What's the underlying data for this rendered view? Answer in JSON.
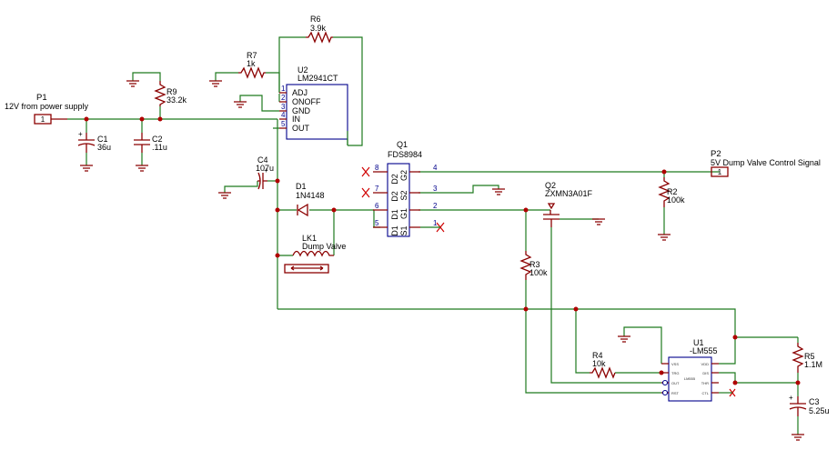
{
  "components": {
    "P1": {
      "ref": "P1",
      "desc": "12V from power supply",
      "pin": "1"
    },
    "P2": {
      "ref": "P2",
      "desc": "5V Dump Valve Control Signal",
      "pin": "1"
    },
    "C1": {
      "ref": "C1",
      "value": "36u"
    },
    "C2": {
      "ref": "C2",
      "value": ".11u"
    },
    "C3": {
      "ref": "C3",
      "value": "5.25u"
    },
    "C4": {
      "ref": "C4",
      "value": "107u"
    },
    "R2": {
      "ref": "R2",
      "value": "100k"
    },
    "R3": {
      "ref": "R3",
      "value": "100k"
    },
    "R4": {
      "ref": "R4",
      "value": "10k"
    },
    "R5": {
      "ref": "R5",
      "value": "1.1M"
    },
    "R6": {
      "ref": "R6",
      "value": "3.9k"
    },
    "R7": {
      "ref": "R7",
      "value": "1k"
    },
    "R9": {
      "ref": "R9",
      "value": "33.2k"
    },
    "D1": {
      "ref": "D1",
      "value": "1N4148"
    },
    "LK1": {
      "ref": "LK1",
      "value": "Dump Valve"
    },
    "Q1": {
      "ref": "Q1",
      "value": "FDS8984"
    },
    "Q2": {
      "ref": "Q2",
      "value": "ZXMN3A01F"
    },
    "U1": {
      "ref": "U1",
      "value": "-LM555",
      "body_label": "LM555"
    },
    "U2": {
      "ref": "U2",
      "value": "LM2941CT"
    }
  },
  "u2_pins": {
    "adj": "ADJ",
    "onoff": "ONOFF",
    "gnd": "GND",
    "in": "IN",
    "out": "OUT",
    "n1": "1",
    "n2": "2",
    "n3": "3",
    "n4": "4",
    "n5": "5"
  },
  "q1_pins": {
    "left_names": [
      "D2",
      "D2",
      "D1",
      "D1"
    ],
    "right_names": [
      "G2",
      "S2",
      "G1",
      "S1"
    ],
    "left_nums": [
      "8",
      "7",
      "6",
      "5"
    ],
    "right_nums": [
      "4",
      "3",
      "2",
      "1"
    ]
  },
  "u1_pins": {
    "left": [
      "VSS",
      "TRG",
      "OUT",
      "RST"
    ],
    "right": [
      "VDD",
      "DIS",
      "THR",
      "CTL"
    ]
  }
}
